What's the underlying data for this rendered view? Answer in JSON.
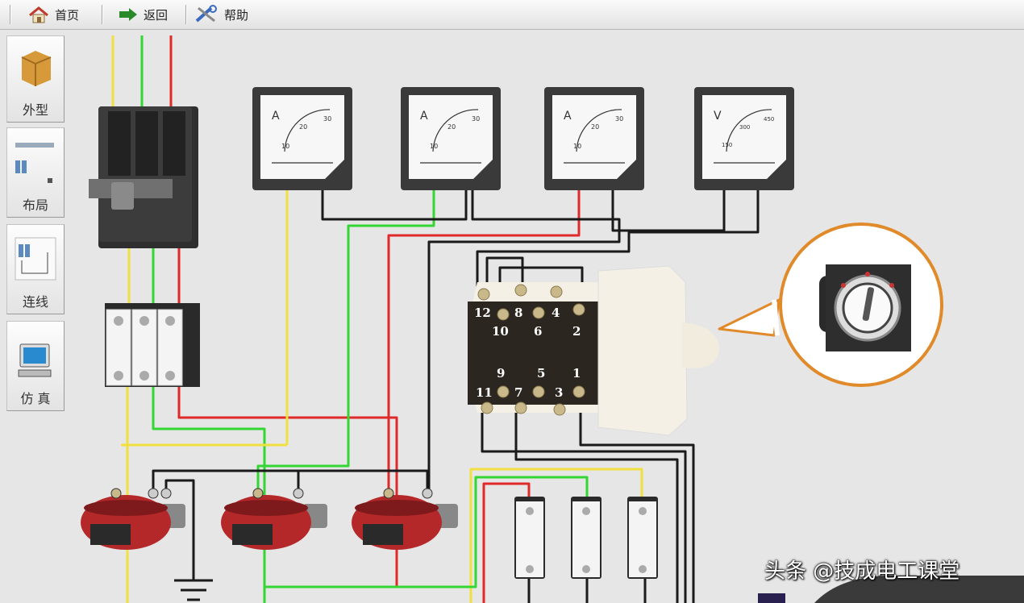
{
  "toolbar": {
    "home_label": "首页",
    "back_label": "返回",
    "help_label": "帮助"
  },
  "sidebar": {
    "appearance_label": "外型",
    "layout_label": "布局",
    "wiring_label": "连线",
    "simulate_label": "仿 真"
  },
  "meters": [
    {
      "unit": "A",
      "ticks": [
        "10",
        "20",
        "30"
      ]
    },
    {
      "unit": "A",
      "ticks": [
        "10",
        "20",
        "30"
      ]
    },
    {
      "unit": "A",
      "ticks": [
        "10",
        "20",
        "30"
      ]
    },
    {
      "unit": "V",
      "ticks": [
        "150",
        "300",
        "450"
      ]
    }
  ],
  "switch_terminals": {
    "top": [
      "12",
      "8",
      "4"
    ],
    "mid": [
      "10",
      "6",
      "2"
    ],
    "lower": [
      "9",
      "5",
      "1"
    ],
    "bottom": [
      "11",
      "7",
      "3"
    ]
  },
  "colors": {
    "phase_yellow": "#f0e040",
    "phase_green": "#33d633",
    "phase_red": "#e02a2a",
    "wire_black": "#1a1a1a",
    "callout_ring": "#e08a2a",
    "ct_body": "#b5282a"
  },
  "watermark": "头条 @技成电工课堂"
}
